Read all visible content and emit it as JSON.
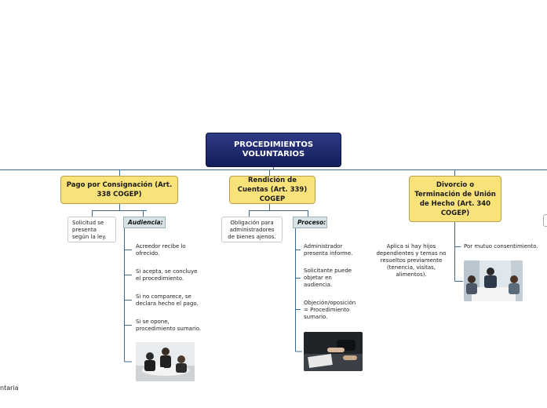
{
  "root": {
    "title": "PROCEDIMIENTOS VOLUNTARIOS"
  },
  "branches": [
    {
      "title": "Pago por Consignación (Art. 338 COGEP)",
      "note": "Solicitud se presenta según la ley.",
      "subheading": "Audiencia:",
      "items": [
        "Acreedor recibe lo ofrecido.",
        "Si acepta, se concluye el procedimiento.",
        "Si no comparece, se declara hecho el pago.",
        "Si se opone, procedimiento sumario."
      ]
    },
    {
      "title": "Rendición de Cuentas (Art. 339) COGEP",
      "note": "Obligación para administradores de bienes ajenos.",
      "subheading": "Proceso:",
      "items": [
        "Administrador presenta informe.",
        "Solicitante puede objetar en audiencia.",
        "Objeción/oposición = Procedimiento sumario."
      ]
    },
    {
      "title": "Divorcio o Terminación de Unión de Hecho (Art. 340 COGEP)",
      "note": "Aplica si hay hijos dependientes y temas no resueltos previamente (tenencia, visitas, alimentos).",
      "items": [
        "Por mutuo consentimiento."
      ]
    }
  ],
  "edge_text": "ntaria",
  "colors": {
    "root": "#1b2566",
    "branch": "#f9e27a",
    "line": "#3f6b8f",
    "subheading": "#d8e3e8"
  }
}
